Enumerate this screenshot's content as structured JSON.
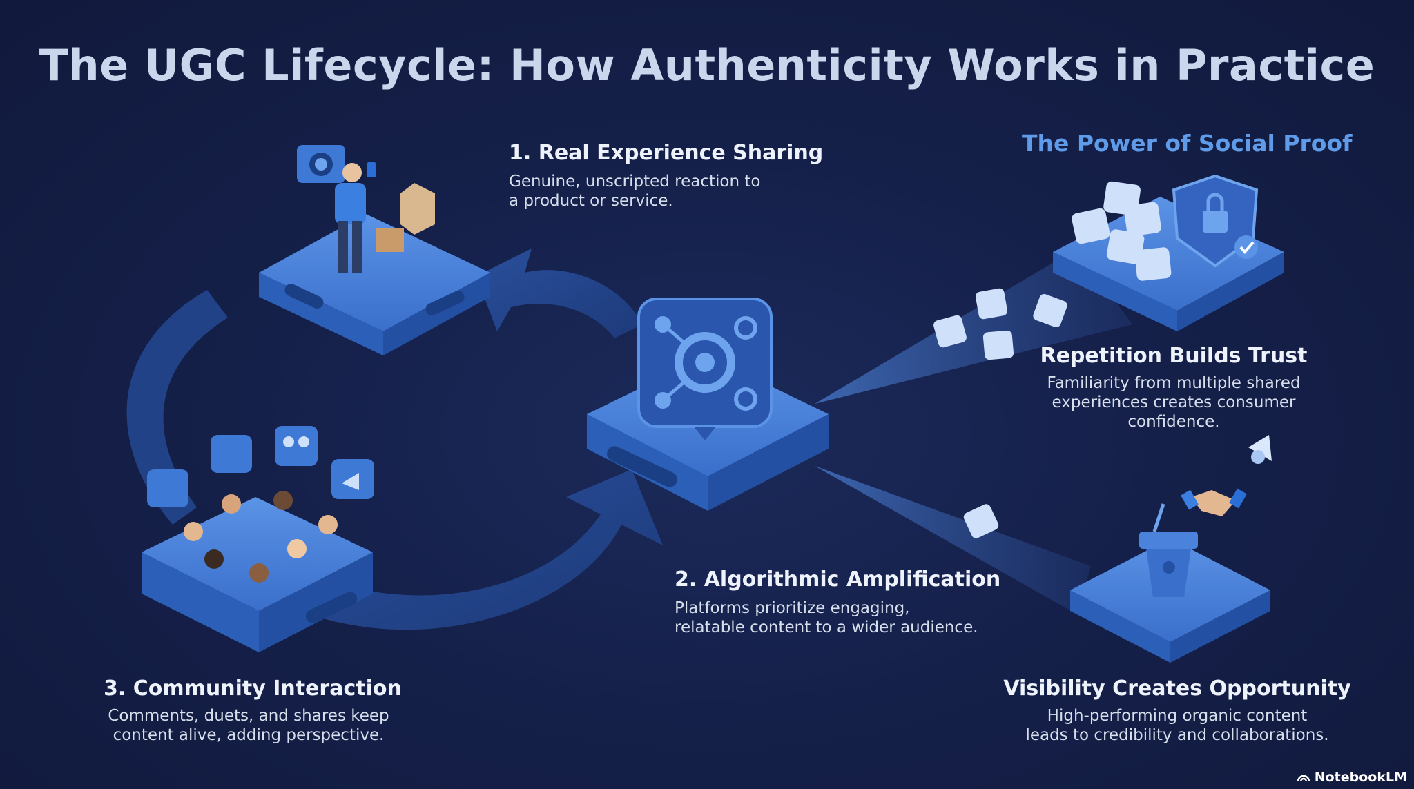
{
  "title": "The UGC Lifecycle: How Authenticity Works in Practice",
  "steps": [
    {
      "heading": "1. Real Experience Sharing",
      "lines": [
        "Genuine, unscripted reaction to",
        "a product or service."
      ]
    },
    {
      "heading": "2. Algorithmic Amplification",
      "lines": [
        "Platforms prioritize engaging,",
        "relatable content to a wider audience."
      ]
    },
    {
      "heading": "3. Community Interaction",
      "lines": [
        "Comments, duets, and shares keep",
        "content alive, adding perspective."
      ]
    }
  ],
  "social_proof": {
    "title": "The Power of Social Proof",
    "trust": {
      "heading": "Repetition Builds Trust",
      "lines": [
        "Familiarity from multiple shared",
        "experiences creates consumer",
        "confidence."
      ]
    },
    "visibility": {
      "heading": "Visibility Creates Opportunity",
      "lines": [
        "High-performing organic content",
        "leads to credibility and collaborations."
      ]
    }
  },
  "brand": "NotebookLM",
  "colors": {
    "background": "#131d3f",
    "platform": "#3f79d6",
    "accent": "#5f9be8",
    "title": "#c9d6ec"
  },
  "icons": [
    "camera-icon",
    "person-filming-icon",
    "product-box-icon",
    "gear-network-icon",
    "image-card-icon",
    "shield-lock-icon",
    "chat-bubble-icon",
    "group-icon",
    "share-icon",
    "podium-icon",
    "handshake-icon",
    "megaphone-icon"
  ]
}
